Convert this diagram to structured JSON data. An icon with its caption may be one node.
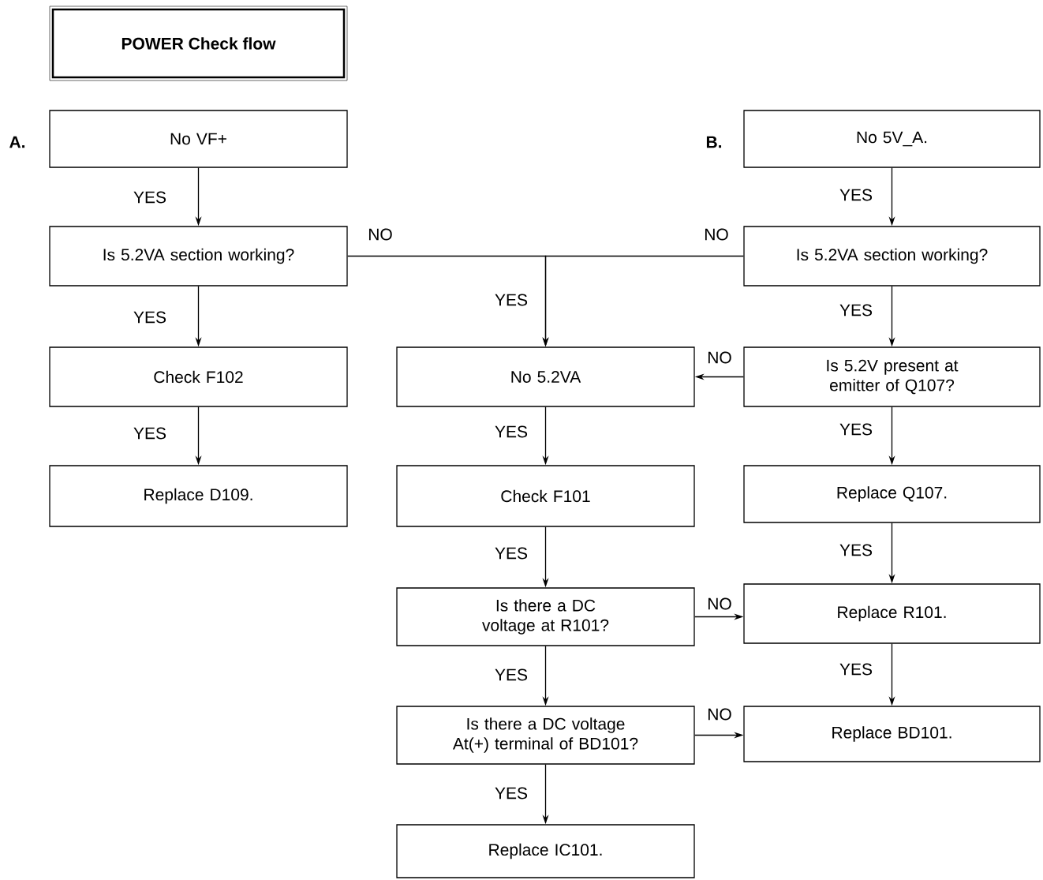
{
  "diagram": {
    "nodes": [
      {
        "text": [
          "POWER Check flow"
        ]
      },
      {
        "text": [
          "No VF+"
        ],
        "beside": [
          "A."
        ]
      },
      {
        "text": [
          "Is 5.2VA section working?"
        ]
      },
      {
        "text": [
          "Check F102"
        ]
      },
      {
        "text": [
          "Replace D109."
        ]
      },
      {
        "text": [
          "No 5V_A."
        ],
        "beside": [
          "B."
        ]
      },
      {
        "text": [
          "Is 5.2VA section working?"
        ]
      },
      {
        "text": [
          "No 5.2VA"
        ]
      },
      {
        "text": [
          "Is 5.2V present at emitter of Q107?"
        ]
      },
      {
        "text": [
          "Check F101"
        ]
      },
      {
        "text": [
          "Replace Q107."
        ]
      },
      {
        "text": [
          "Is there a DC voltage at R101?"
        ]
      },
      {
        "text": [
          "Replace R101."
        ]
      },
      {
        "text": [
          "Is there a DC voltage At(+) terminal of BD101?"
        ]
      },
      {
        "text": [
          "Replace BD101."
        ]
      },
      {
        "text": [
          "Replace IC101."
        ]
      }
    ],
    "edges": [
      {
        "from": 1,
        "to": 2,
        "arrow": "to",
        "label": "YES"
      },
      {
        "from": 2,
        "to": 3,
        "arrow": "to",
        "label": "YES"
      },
      {
        "from": 3,
        "to": 4,
        "arrow": "to",
        "label": "YES"
      },
      {
        "from": 2,
        "to": 7,
        "arrow": "to",
        "label": "NO"
      },
      {
        "from": 5,
        "to": 6,
        "arrow": "to",
        "label": "YES"
      },
      {
        "from": 6,
        "to": 7,
        "arrow": "to",
        "label": "NO"
      },
      {
        "from": 6,
        "to": 8,
        "arrow": "to",
        "label": "YES"
      },
      {
        "from": 8,
        "to": 7,
        "arrow": "to",
        "label": "NO"
      },
      {
        "from": 8,
        "to": 10,
        "arrow": "to",
        "label": "YES"
      },
      {
        "from": 10,
        "to": 12,
        "arrow": "to",
        "label": "YES"
      },
      {
        "from": 12,
        "to": 14,
        "arrow": "to",
        "label": "YES"
      },
      {
        "from": 7,
        "to": 9,
        "arrow": "to",
        "label": "YES"
      },
      {
        "from": 9,
        "to": 11,
        "arrow": "to",
        "label": "YES"
      },
      {
        "from": 11,
        "to": 12,
        "arrow": "to",
        "label": "NO"
      },
      {
        "from": 11,
        "to": 13,
        "arrow": "to",
        "label": "YES"
      },
      {
        "from": 13,
        "to": 14,
        "arrow": "to",
        "label": "NO"
      },
      {
        "from": 13,
        "to": 15,
        "arrow": "to",
        "label": "YES"
      }
    ],
    "labels": [
      "YES"
    ]
  }
}
